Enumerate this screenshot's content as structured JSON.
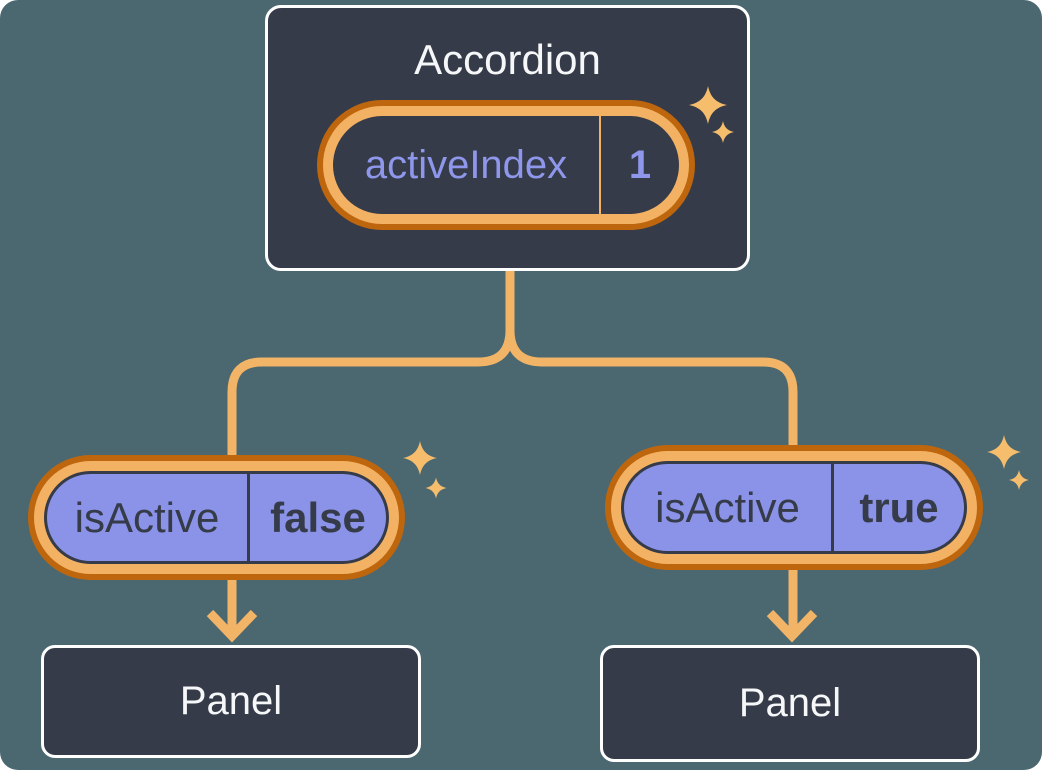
{
  "colors": {
    "background": "#4B6770",
    "box_fill": "#353B48",
    "box_border": "#FFFFFF",
    "pill_purple": "#8B93E8",
    "text_light": "#F6F7F9",
    "text_dark": "#353B48",
    "text_purple": "#8F97EC",
    "ring_light": "#F3B164",
    "ring_dark": "#BD660E",
    "connector": "#F2B466",
    "sparkle": "#F5BD6C"
  },
  "accordion": {
    "title": "Accordion",
    "state_pill": {
      "label": "activeIndex",
      "value": "1"
    }
  },
  "children": [
    {
      "prop_pill": {
        "label": "isActive",
        "value": "false"
      },
      "panel_title": "Panel"
    },
    {
      "prop_pill": {
        "label": "isActive",
        "value": "true"
      },
      "panel_title": "Panel"
    }
  ],
  "icons": {
    "sparkle": "sparkle-icon",
    "arrow": "arrow-down-icon"
  }
}
